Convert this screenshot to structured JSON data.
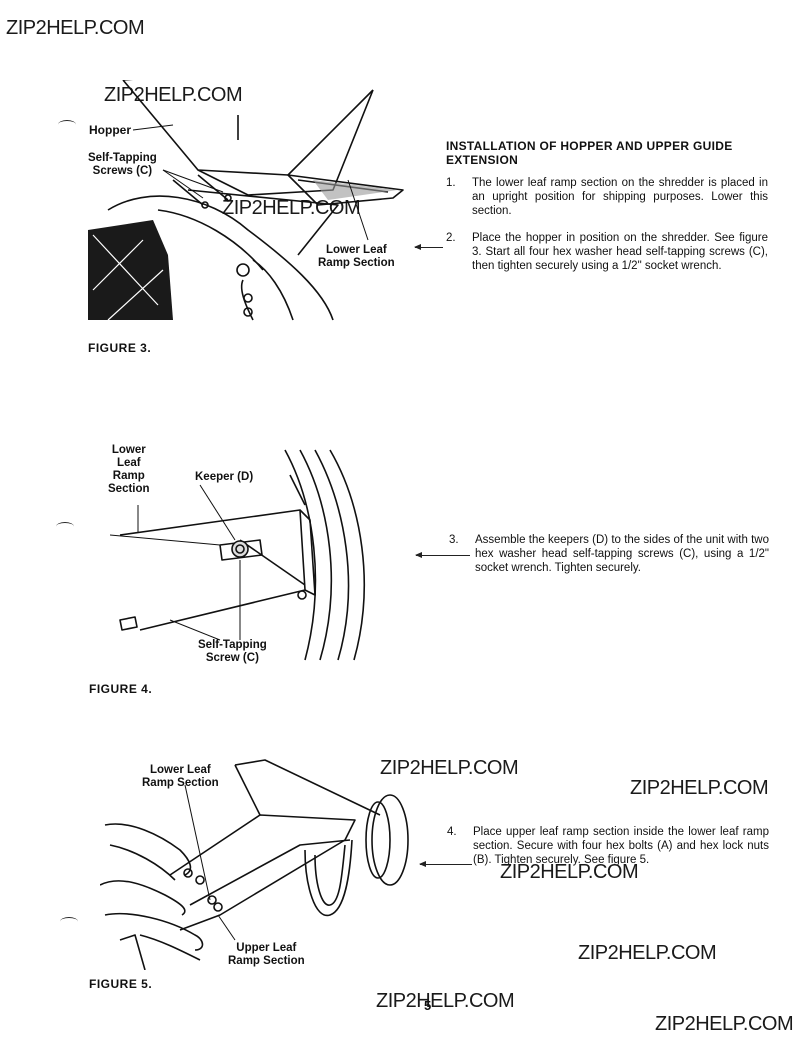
{
  "watermark": "ZIP2HELP.COM",
  "page_number": "5",
  "section_heading": "INSTALLATION OF HOPPER AND UPPER GUIDE EXTENSION",
  "steps": [
    {
      "num": "1.",
      "text": "The lower leaf ramp section on the shredder is placed in an upright position for shipping purposes. Lower this section."
    },
    {
      "num": "2.",
      "text": "Place the hopper in position on the shredder. See figure 3. Start all four hex washer head self-tapping screws (C), then tighten securely using a 1/2\" socket wrench."
    },
    {
      "num": "3.",
      "text": "Assemble the keepers (D) to the sides of the unit with two hex washer head self-tapping screws (C), using a 1/2\" socket wrench. Tighten securely."
    },
    {
      "num": "4.",
      "text": "Place upper leaf ramp section inside the lower leaf ramp section. Secure with four hex bolts (A) and hex lock nuts (B). Tighten securely. See figure 5."
    }
  ],
  "figures": {
    "fig3": {
      "caption": "FIGURE 3.",
      "labels": {
        "hopper": "Hopper",
        "screws": "Self-Tapping\nScrews (C)",
        "ramp": "Lower Leaf\nRamp Section"
      }
    },
    "fig4": {
      "caption": "FIGURE 4.",
      "labels": {
        "ramp": "Lower\nLeaf\nRamp\nSection",
        "keeper": "Keeper (D)",
        "screw": "Self-Tapping\nScrew (C)"
      }
    },
    "fig5": {
      "caption": "FIGURE 5.",
      "labels": {
        "lower": "Lower Leaf\nRamp Section",
        "upper": "Upper Leaf\nRamp Section"
      }
    }
  }
}
